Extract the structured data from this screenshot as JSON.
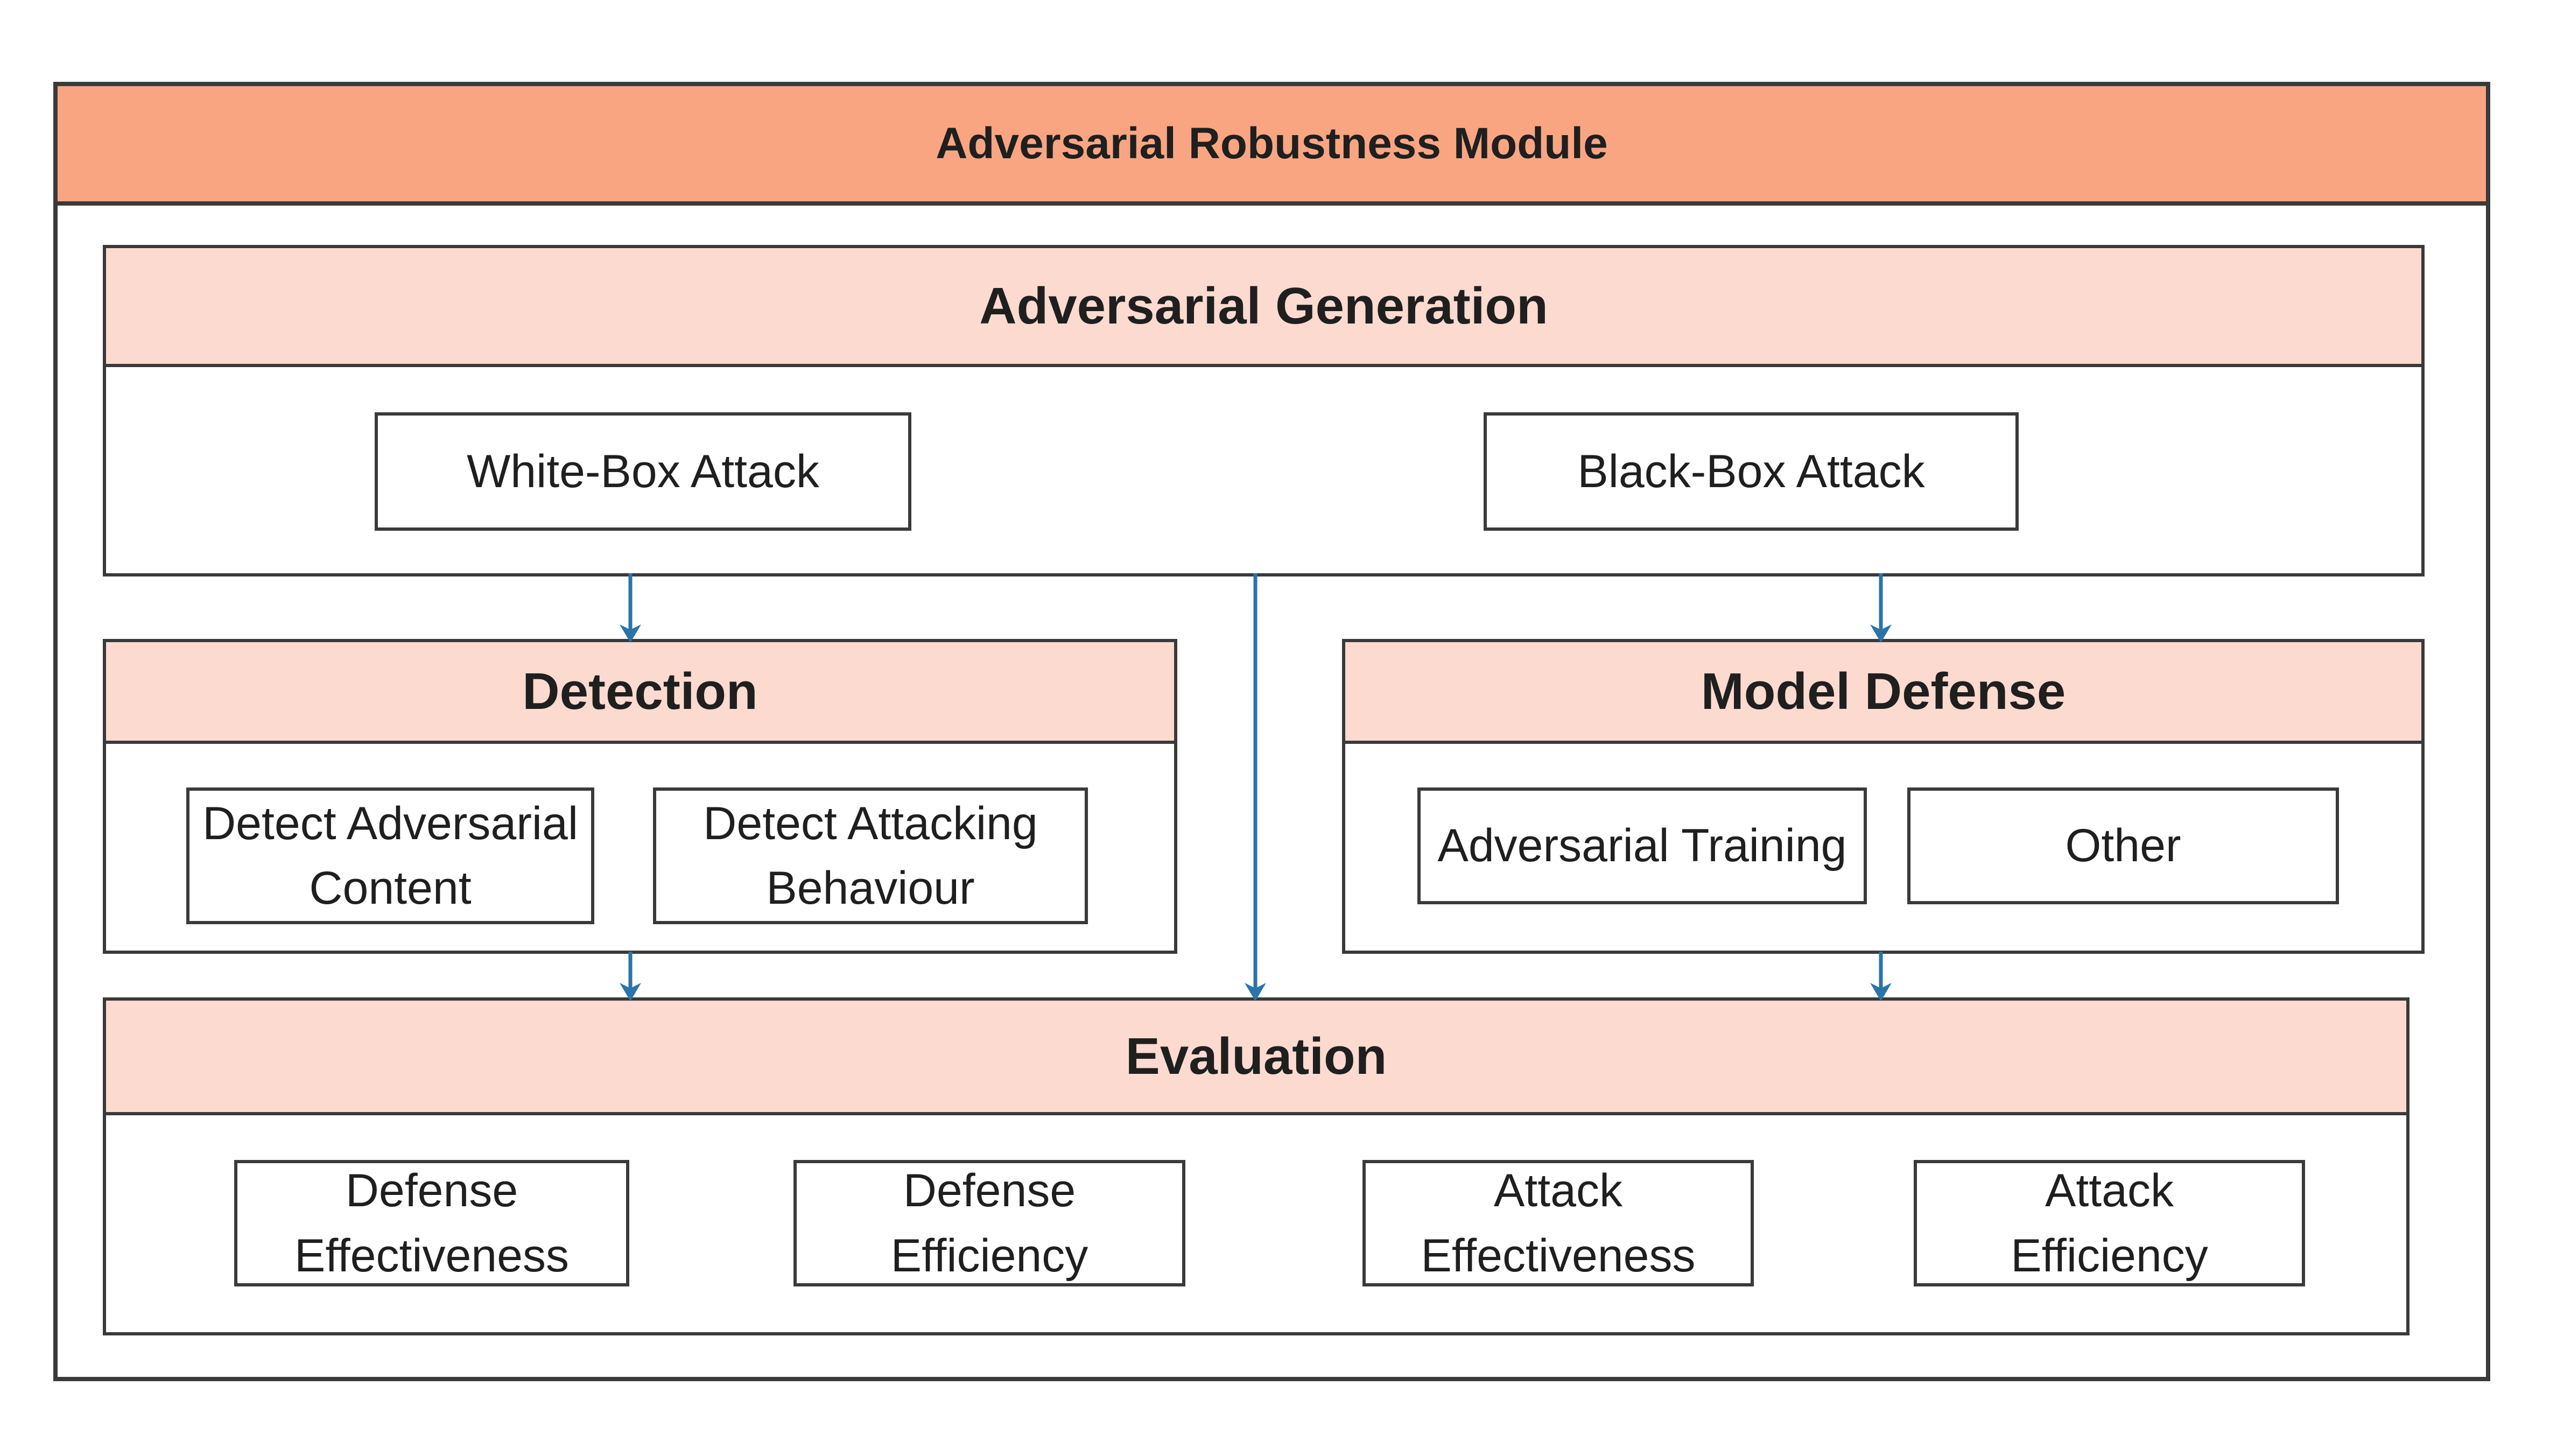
{
  "diagram": {
    "title": "Adversarial Robustness Module",
    "sections": {
      "generation": {
        "title": "Adversarial Generation",
        "boxes": [
          "White-Box Attack",
          "Black-Box Attack"
        ]
      },
      "detection": {
        "title": "Detection",
        "boxes": [
          "Detect Adversarial\nContent",
          "Detect Attacking\nBehaviour"
        ]
      },
      "model_defense": {
        "title": "Model Defense",
        "boxes": [
          "Adversarial Training",
          "Other"
        ]
      },
      "evaluation": {
        "title": "Evaluation",
        "boxes": [
          "Defense\nEffectiveness",
          "Defense\nEfficiency",
          "Attack\nEffectiveness",
          "Attack\nEfficiency"
        ]
      }
    },
    "arrows": [
      {
        "from": "adversarial-generation",
        "to": "detection"
      },
      {
        "from": "adversarial-generation",
        "to": "model-defense"
      },
      {
        "from": "adversarial-generation",
        "to": "evaluation"
      },
      {
        "from": "detection",
        "to": "evaluation"
      },
      {
        "from": "model-defense",
        "to": "evaluation"
      }
    ],
    "colors": {
      "title_bg": "#F9A582",
      "header_bg": "#FDDACF",
      "border": "#3A3A3A",
      "arrow": "#2B74A9",
      "text": "#1F1F1F",
      "box_bg": "#FFFFFF"
    }
  }
}
